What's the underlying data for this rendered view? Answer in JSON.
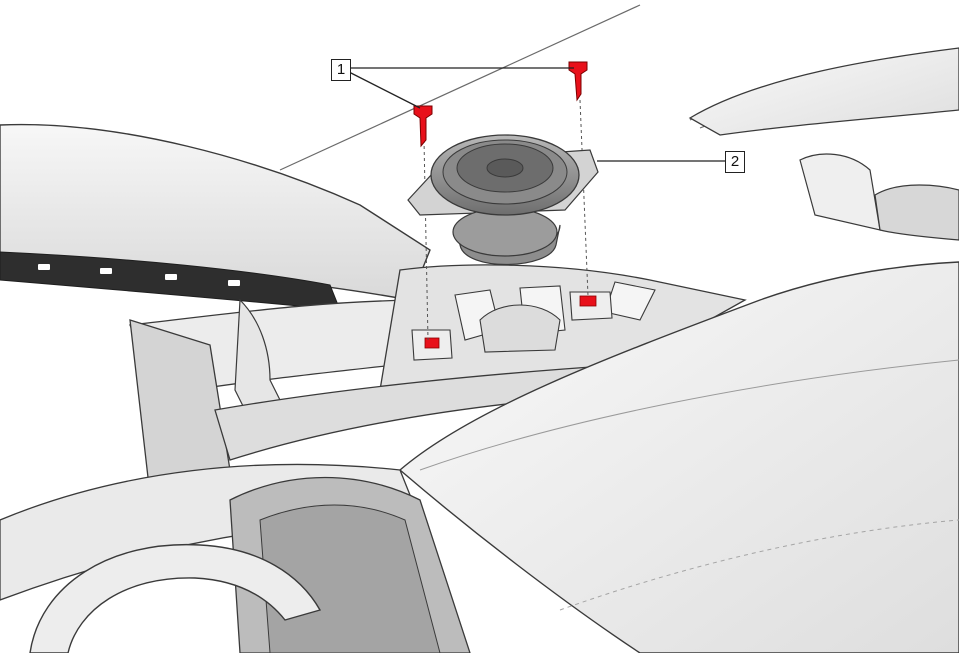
{
  "callouts": [
    {
      "id": "1",
      "label": "1",
      "target": "screws"
    },
    {
      "id": "2",
      "label": "2",
      "target": "speaker"
    }
  ],
  "colors": {
    "highlight": "#e8101a",
    "outline": "#3a3a3a",
    "surface": "#f2f2f2",
    "shadow": "#c9c9c9",
    "speaker_dark": "#7d7d7d"
  },
  "icons": [
    "screw-icon",
    "speaker-icon",
    "clip-icon"
  ]
}
